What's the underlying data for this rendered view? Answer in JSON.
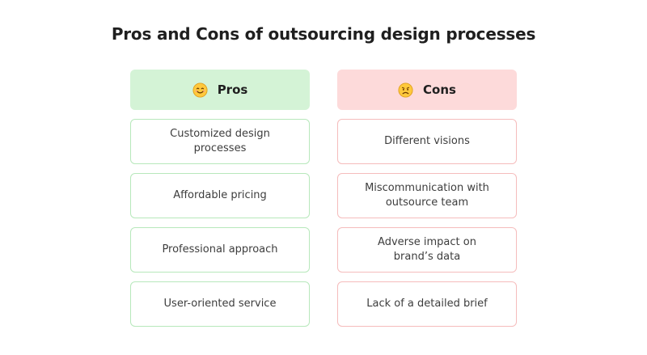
{
  "title": "Pros and Cons of outsourcing design processes",
  "pros": {
    "label": "Pros",
    "icon": "smiling-face-icon",
    "color": "#d4f3d6",
    "border_color": "#b7e8bb",
    "items": [
      "Customized design processes",
      "Affordable pricing",
      "Professional approach",
      "User-oriented service"
    ]
  },
  "cons": {
    "label": "Cons",
    "icon": "frowning-face-icon",
    "color": "#fddada",
    "border_color": "#f5bcbc",
    "items": [
      "Different visions",
      "Miscommunication with\noutsource team",
      "Adverse impact on\nbrand’s data",
      "Lack of a detailed brief"
    ]
  }
}
